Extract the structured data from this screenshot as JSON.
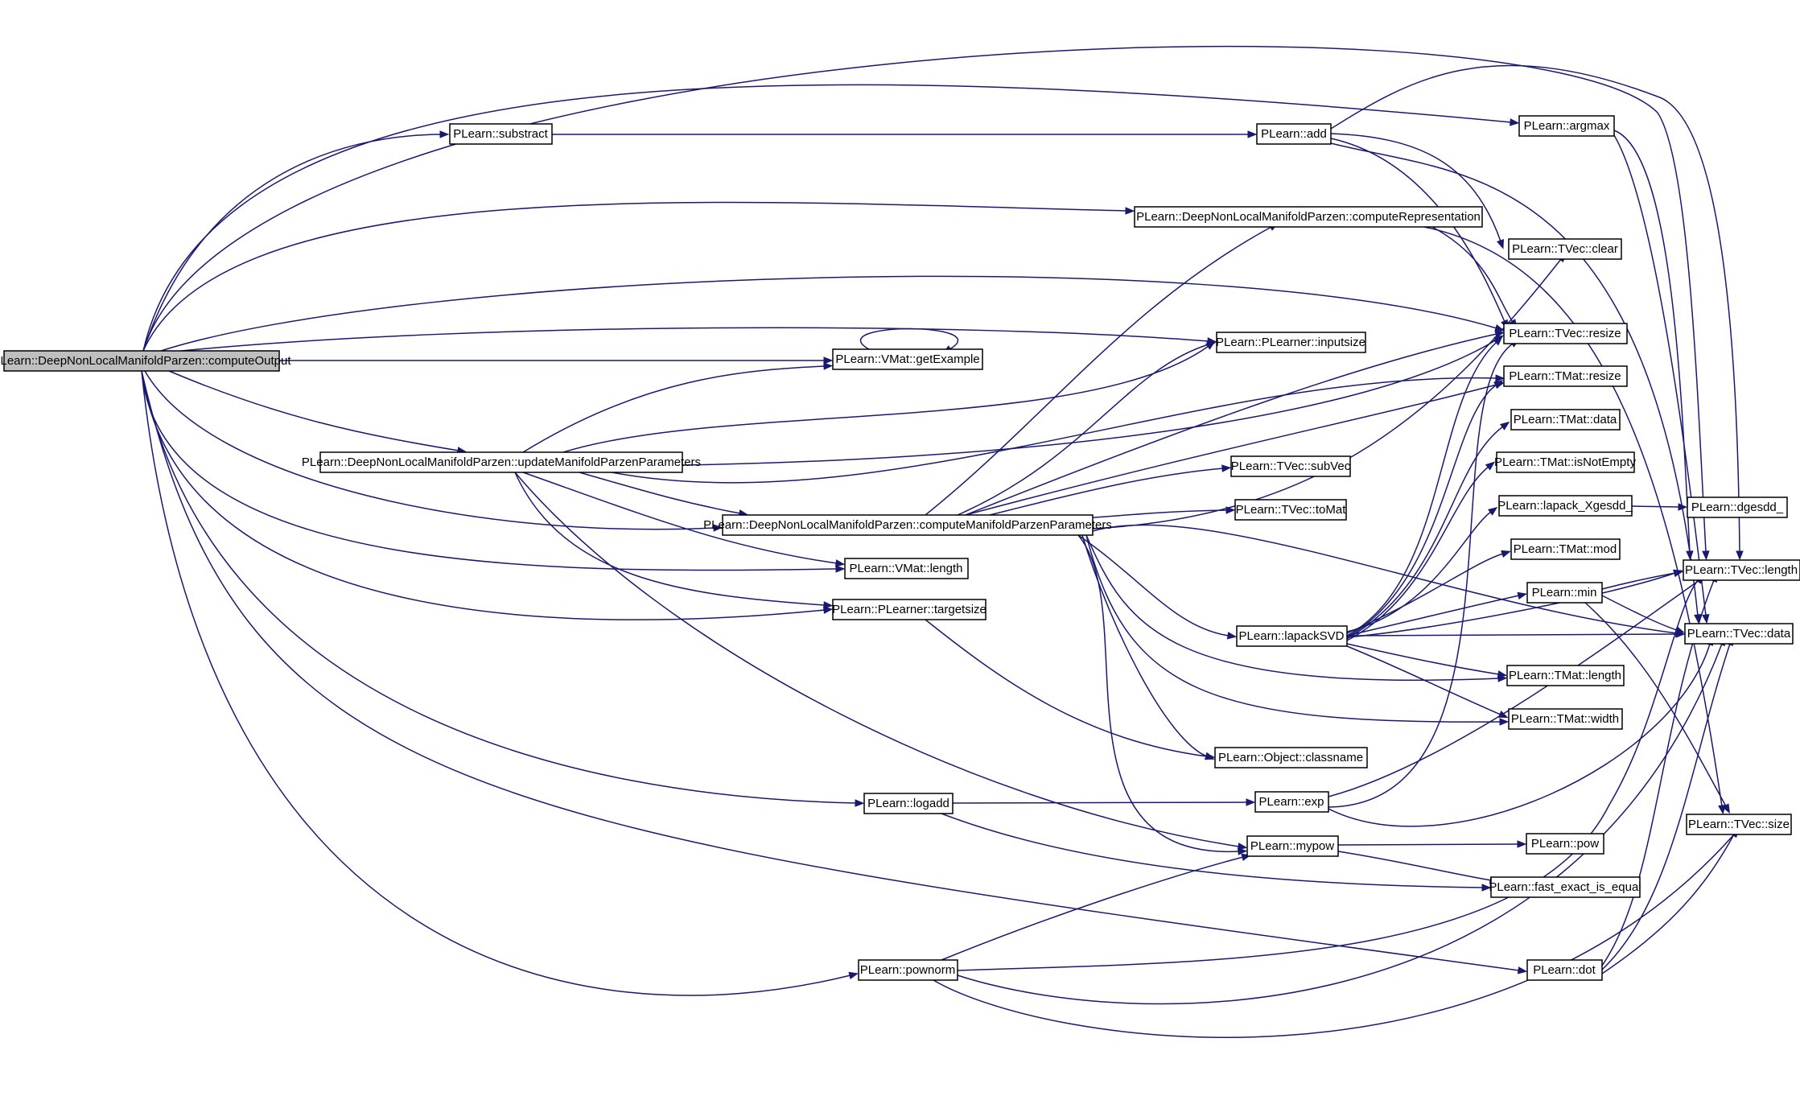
{
  "graph": {
    "colors": {
      "edge": "#191970",
      "root_fill": "#bfbfbf",
      "node_fill": "#ffffff",
      "node_stroke": "#000000"
    },
    "nodes": {
      "computeOutput": "PLearn::DeepNonLocalManifoldParzen::computeOutput",
      "substract": "PLearn::substract",
      "add": "PLearn::add",
      "argmax": "PLearn::argmax",
      "computeRepresentation": "PLearn::DeepNonLocalManifoldParzen::computeRepresentation",
      "tvecClear": "PLearn::TVec::clear",
      "tvecResize": "PLearn::TVec::resize",
      "inputsize": "PLearn::PLearner::inputsize",
      "getExample": "PLearn::VMat::getExample",
      "tmatResize": "PLearn::TMat::resize",
      "tmatData": "PLearn::TMat::data",
      "updateParams": "PLearn::DeepNonLocalManifoldParzen::updateManifoldParzenParameters",
      "tmatIsNotEmpty": "PLearn::TMat::isNotEmpty",
      "subVec": "PLearn::TVec::subVec",
      "lapackXgesdd": "PLearn::lapack_Xgesdd_",
      "dgesdd": "PLearn::dgesdd_",
      "computeParams": "PLearn::DeepNonLocalManifoldParzen::computeManifoldParzenParameters",
      "toMat": "PLearn::TVec::toMat",
      "tmatMod": "PLearn::TMat::mod",
      "vmatLength": "PLearn::VMat::length",
      "tvecLength": "PLearn::TVec::length",
      "min": "PLearn::min",
      "targetsize": "PLearn::PLearner::targetsize",
      "lapackSVD": "PLearn::lapackSVD",
      "tvecData": "PLearn::TVec::data",
      "tmatLength": "PLearn::TMat::length",
      "tmatWidth": "PLearn::TMat::width",
      "classname": "PLearn::Object::classname",
      "logadd": "PLearn::logadd",
      "exp": "PLearn::exp",
      "tvecSize": "PLearn::TVec::size",
      "mypow": "PLearn::mypow",
      "pow": "PLearn::pow",
      "fastExact": "PLearn::fast_exact_is_equal",
      "pownorm": "PLearn::pownorm",
      "dot": "PLearn::dot"
    }
  }
}
